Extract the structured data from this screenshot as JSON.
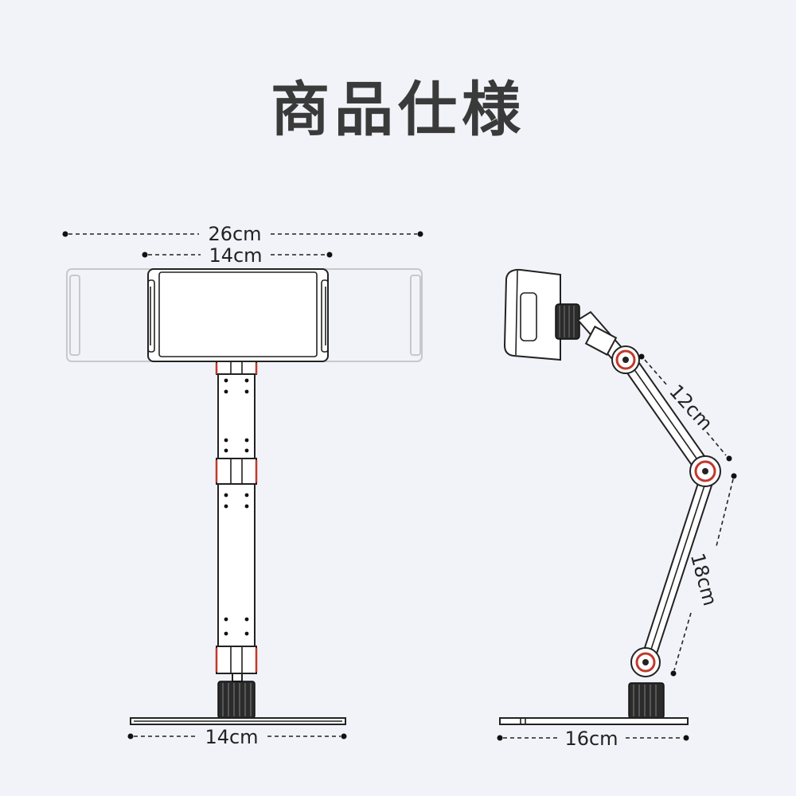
{
  "title": "商品仕様",
  "dimensions": {
    "front_overall_width": "26cm",
    "front_holder_width": "14cm",
    "front_base_width": "14cm",
    "side_upper_arm": "12cm",
    "side_lower_arm": "18cm",
    "side_base_width": "16cm"
  },
  "colors": {
    "background": "#f1f3f8",
    "title": "#3a3a3a",
    "line": "#222222",
    "joint_accent": "#c0392b"
  }
}
